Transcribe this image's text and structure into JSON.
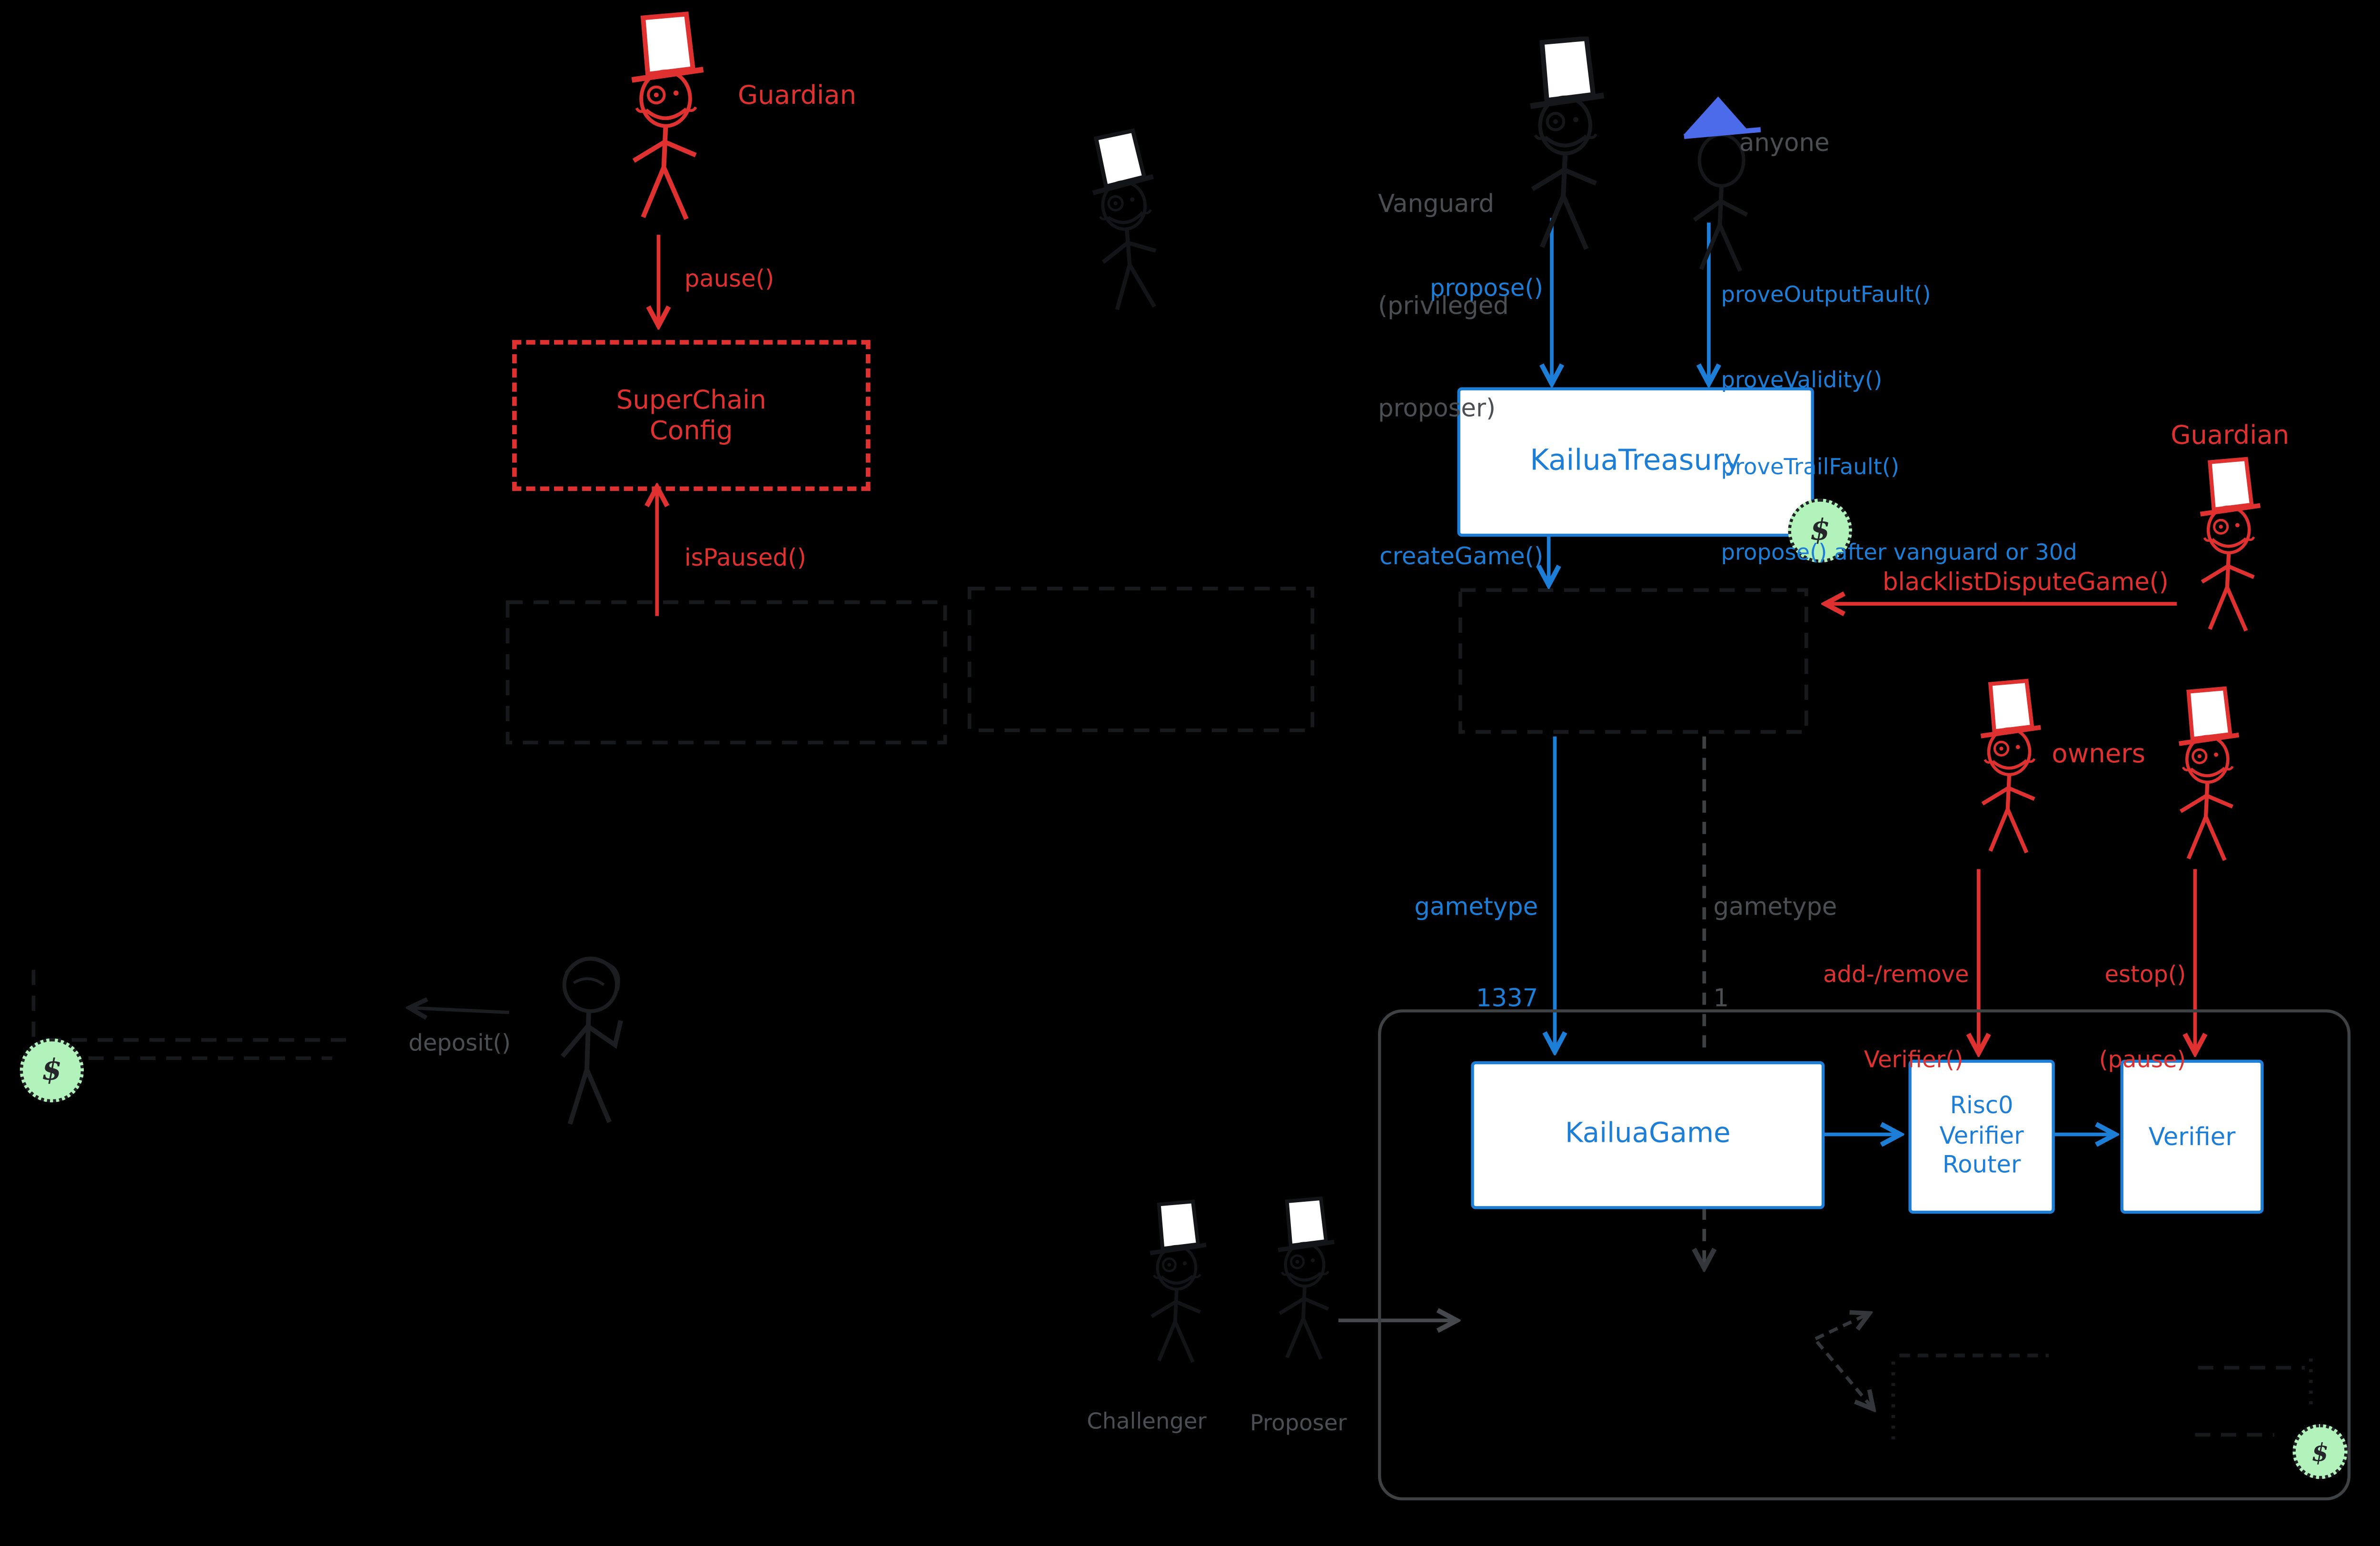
{
  "palette": {
    "background": "#000000",
    "red": "#e03131",
    "blue": "#1c7ed6",
    "cap_blue": "#4b6beb",
    "gray_label": "#4b4f54",
    "gray_line": "#3e4245",
    "hidden_sketch": "#17191c",
    "badge_green": "#b2f2bb"
  },
  "actors": {
    "guardian_top": "Guardian",
    "vanguard": {
      "line1": "Vanguard",
      "line2": "(privileged",
      "line3": "proposer)"
    },
    "anyone": "anyone",
    "guardian_right": "Guardian",
    "owners": "owners",
    "challenger": "Challenger",
    "proposer": "Proposer"
  },
  "boxes": {
    "superchain": {
      "line1": "SuperChain",
      "line2": "Config"
    },
    "treasury": "KailuaTreasury",
    "game": "KailuaGame",
    "router": {
      "line1": "Risc0",
      "line2": "Verifier",
      "line3": "Router"
    },
    "verifier": "Verifier"
  },
  "calls": {
    "pause": "pause()",
    "is_paused": "isPaused()",
    "propose": "propose()",
    "prove_list": {
      "line1": "proveOutputFault()",
      "line2": "proveValidity()",
      "line3": "proveTrailFault()",
      "line4": "propose() after vanguard or 30d"
    },
    "create_game": "createGame()",
    "blacklist": "blacklistDisputeGame()",
    "gametype_1337": {
      "line1": "gametype",
      "line2": "1337"
    },
    "gametype_1": {
      "line1": "gametype",
      "line2": "1"
    },
    "add_remove": {
      "line1": "add-/remove",
      "line2": "Verifier()"
    },
    "estop": {
      "line1": "estop()",
      "line2": "(pause)"
    },
    "deposit": "deposit()"
  },
  "badges": {
    "dollar": "$"
  }
}
